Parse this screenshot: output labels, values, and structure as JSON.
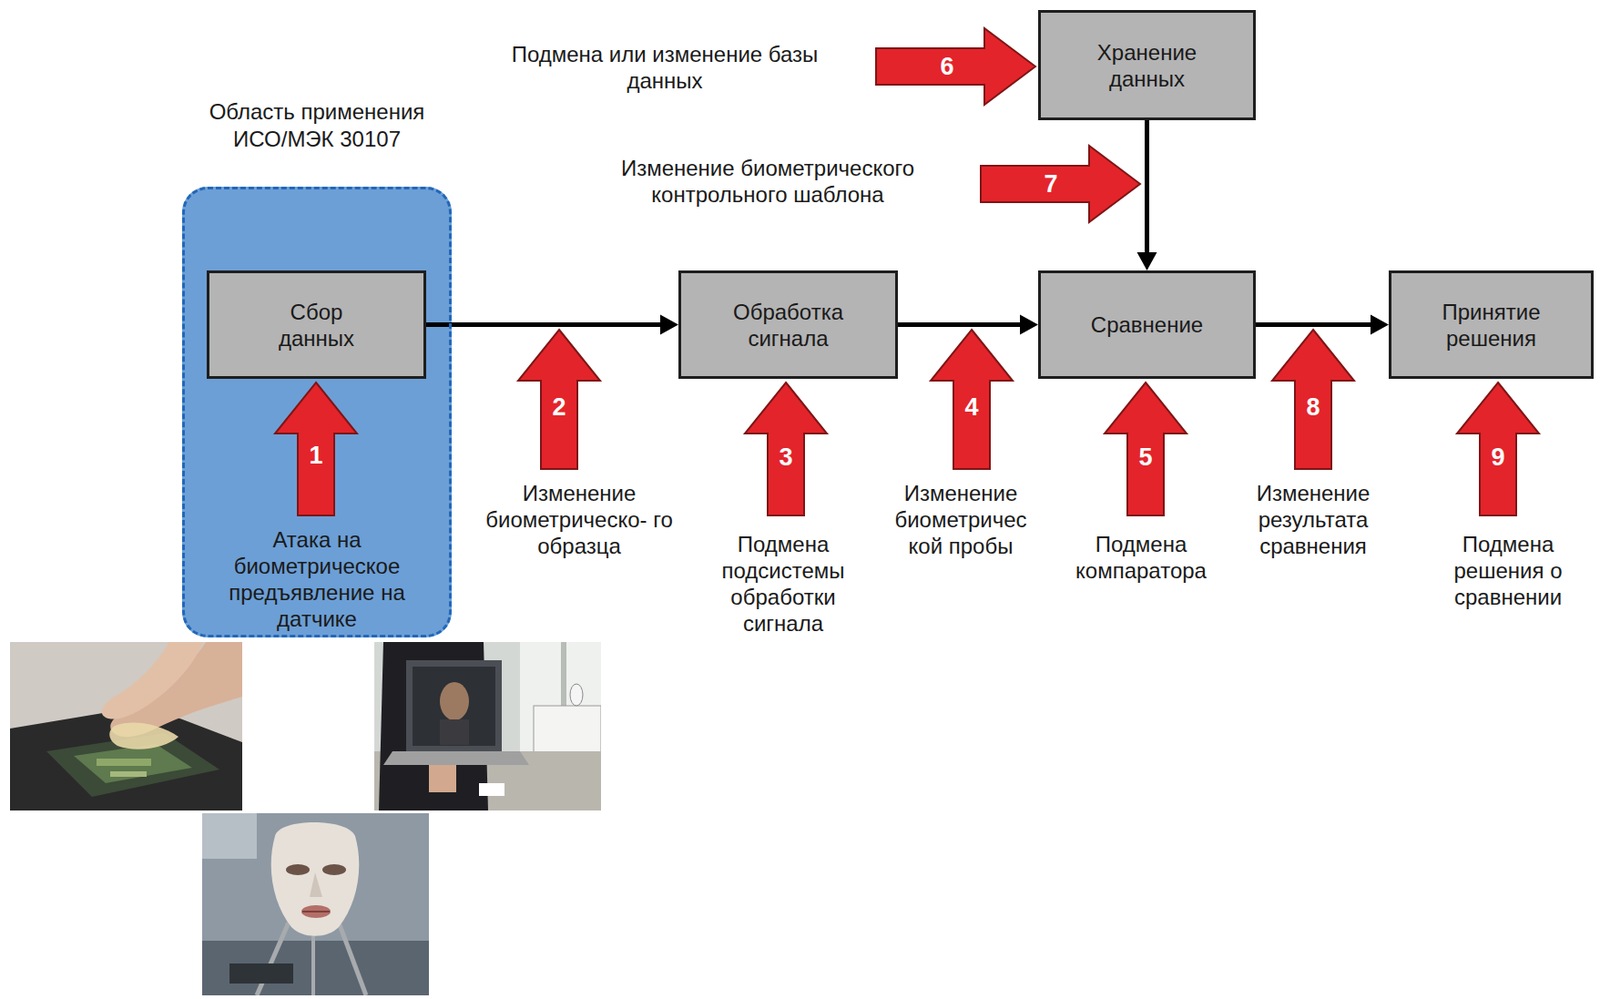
{
  "diagram": {
    "nodes": [
      {
        "text": [
          "Область применения ИСО/МЭК 30107"
        ]
      },
      {
        "text": [
          "Сбор данных"
        ],
        "in": 0
      },
      {
        "text": [
          "Обработка сигнала"
        ]
      },
      {
        "text": [
          "Хранение данных"
        ]
      },
      {
        "text": [
          "Сравнение"
        ]
      },
      {
        "text": [
          "Принятие решения"
        ]
      }
    ],
    "edges": [
      {
        "from": 1,
        "to": 2,
        "arrow": "to"
      },
      {
        "from": 2,
        "to": 4,
        "arrow": "to"
      },
      {
        "from": 3,
        "to": 4,
        "arrow": "to"
      },
      {
        "from": 4,
        "to": 5,
        "arrow": "to"
      }
    ],
    "labels": [
      "6",
      "Подмена или изменение базы данных",
      "7",
      "Изменение биометрического контрольного шаблона",
      "1",
      "Атака на биометрическое предъявление на датчике",
      "2",
      "Изменение биометрическо- го образца",
      "3",
      "Подмена подсистемы обработки сигнала",
      "4",
      "Изменение биометричес кой пробы",
      "5",
      "Подмена компаратора",
      "8",
      "Изменение результата сравнения",
      "9",
      "Подмена решения о сравнении"
    ]
  }
}
